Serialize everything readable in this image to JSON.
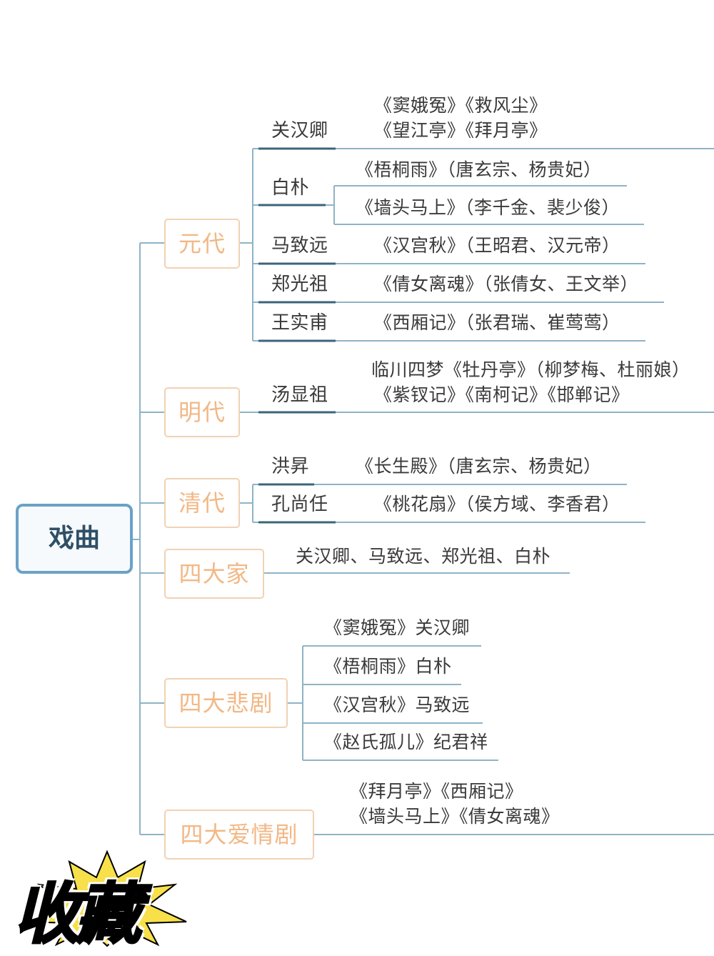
{
  "root": "戏曲",
  "branches": {
    "yuan": {
      "label": "元代",
      "authors": {
        "guan": {
          "name": "关汉卿",
          "works_line1": "《窦娥冤》《救风尘》",
          "works_line2": "《望江亭》《拜月亭》"
        },
        "bai": {
          "name": "白朴",
          "work1": "《梧桐雨》（唐玄宗、杨贵妃）",
          "work2": "《墙头马上》（李千金、裴少俊）"
        },
        "ma": {
          "name": "马致远",
          "work": "《汉宫秋》（王昭君、汉元帝）"
        },
        "zheng": {
          "name": "郑光祖",
          "work": "《倩女离魂》（张倩女、王文举）"
        },
        "wang": {
          "name": "王实甫",
          "work": "《西厢记》（张君瑞、崔莺莺）"
        }
      }
    },
    "ming": {
      "label": "明代",
      "authors": {
        "tang": {
          "name": "汤显祖",
          "works_line1": "临川四梦《牡丹亭》（柳梦梅、杜丽娘）",
          "works_line2": "《紫钗记》《南柯记》《邯郸记》"
        }
      }
    },
    "qing": {
      "label": "清代",
      "authors": {
        "hong": {
          "name": "洪昇",
          "work": "《长生殿》（唐玄宗、杨贵妃）"
        },
        "kong": {
          "name": "孔尚任",
          "work": "《桃花扇》（侯方域、李香君）"
        }
      }
    },
    "four_masters": {
      "label": "四大家",
      "text": "关汉卿、马致远、郑光祖、白朴"
    },
    "four_tragedies": {
      "label": "四大悲剧",
      "items": [
        "《窦娥冤》关汉卿",
        "《梧桐雨》白朴",
        "《汉宫秋》马致远",
        "《赵氏孤儿》纪君祥"
      ]
    },
    "four_love": {
      "label": "四大爱情剧",
      "line1": "《拜月亭》《西厢记》",
      "line2": "《墙头马上》《倩女离魂》"
    }
  },
  "stamp": "收藏",
  "colors": {
    "line": "#7fa8bf",
    "box_border": "#f0d2b4",
    "box_text": "#f2b886",
    "root_border": "#6aa2c6",
    "root_text": "#2f4f66",
    "stamp_burst": "#f7e04a"
  }
}
